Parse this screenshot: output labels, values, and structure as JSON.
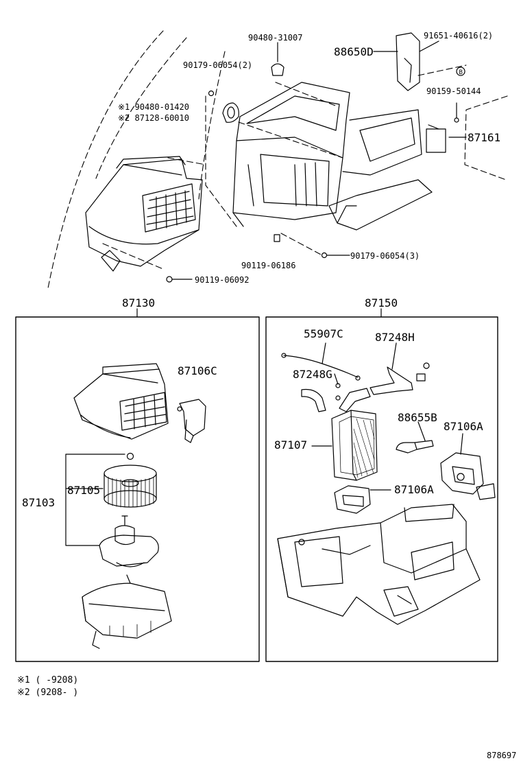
{
  "top_labels": {
    "l90480_31007": "90480-31007",
    "l91651_40616": "91651-40616(2)",
    "l88650D": "88650D",
    "l90179_06054_2": "90179-06054(2)",
    "l90159_50144": "90159-50144",
    "l90480_01420": "※1 90480-01420",
    "l87128_60010": "※2 87128-60010",
    "l87161": "87161",
    "l90119_06186": "90119-06186",
    "l90179_06054_3": "90179-06054(3)",
    "l90119_06092": "90119-06092"
  },
  "left_box": {
    "title": "87130",
    "l87106C": "87106C",
    "l87103": "87103",
    "l87105": "87105"
  },
  "right_box": {
    "title": "87150",
    "l55907C": "55907C",
    "l87248H": "87248H",
    "l87248G": "87248G",
    "l87107": "87107",
    "l88655B": "88655B",
    "l87106A_1": "87106A",
    "l87106A_2": "87106A"
  },
  "notes": {
    "n1": "※1 (    -9208)",
    "n2": "※2 (9208-    )"
  },
  "diagram_id": "878697"
}
